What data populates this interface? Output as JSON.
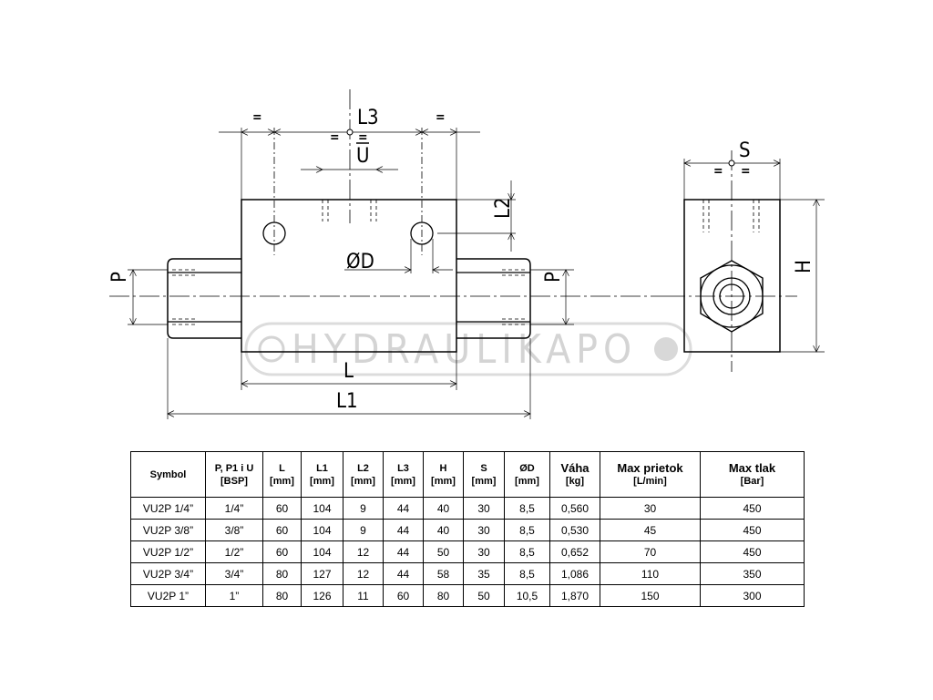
{
  "drawing": {
    "labels": {
      "L3": "L3",
      "U": "U",
      "L2": "L2",
      "D": "ØD",
      "P": "P",
      "L": "L",
      "L1": "L1",
      "S": "S",
      "H": "H",
      "eq": "="
    },
    "watermark": "HYDRAULIKAPO"
  },
  "table": {
    "headers": [
      {
        "l1": "Symbol",
        "l2": ""
      },
      {
        "l1": "P, P1 i U",
        "l2": "[BSP]"
      },
      {
        "l1": "L",
        "l2": "[mm]"
      },
      {
        "l1": "L1",
        "l2": "[mm]"
      },
      {
        "l1": "L2",
        "l2": "[mm]"
      },
      {
        "l1": "L3",
        "l2": "[mm]"
      },
      {
        "l1": "H",
        "l2": "[mm]"
      },
      {
        "l1": "S",
        "l2": "[mm]"
      },
      {
        "l1": "ØD",
        "l2": "[mm]"
      },
      {
        "l1": "Váha",
        "l2": "[kg]"
      },
      {
        "l1": "Max prietok",
        "l2": "[L/min]"
      },
      {
        "l1": "Max tlak",
        "l2": "[Bar]"
      }
    ],
    "rows": [
      [
        "VU2P 1/4”",
        "1/4”",
        "60",
        "104",
        "9",
        "44",
        "40",
        "30",
        "8,5",
        "0,560",
        "30",
        "450"
      ],
      [
        "VU2P 3/8”",
        "3/8”",
        "60",
        "104",
        "9",
        "44",
        "40",
        "30",
        "8,5",
        "0,530",
        "45",
        "450"
      ],
      [
        "VU2P 1/2”",
        "1/2”",
        "60",
        "104",
        "12",
        "44",
        "50",
        "30",
        "8,5",
        "0,652",
        "70",
        "450"
      ],
      [
        "VU2P 3/4”",
        "3/4”",
        "80",
        "127",
        "12",
        "44",
        "58",
        "35",
        "8,5",
        "1,086",
        "110",
        "350"
      ],
      [
        "VU2P 1”",
        "1”",
        "80",
        "126",
        "11",
        "60",
        "80",
        "50",
        "10,5",
        "1,870",
        "150",
        "300"
      ]
    ]
  }
}
